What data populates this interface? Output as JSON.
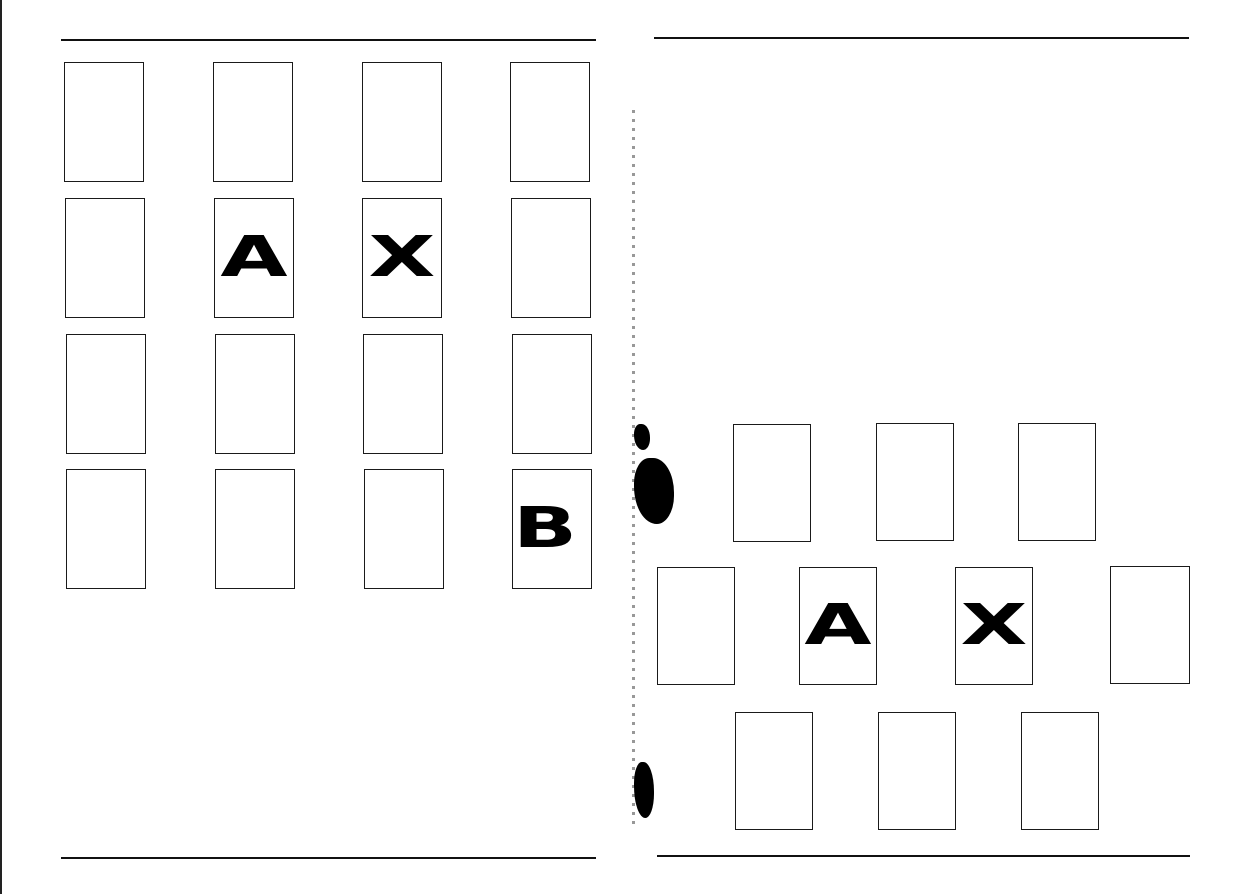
{
  "left_page": {
    "grid_rows": [
      [
        "",
        "",
        "",
        ""
      ],
      [
        "",
        "A",
        "X",
        ""
      ],
      [
        "",
        "",
        "",
        ""
      ],
      [
        "",
        "",
        "",
        "B"
      ]
    ]
  },
  "right_page": {
    "rows": [
      [
        "",
        "",
        ""
      ],
      [
        "",
        "A",
        "X",
        ""
      ],
      [
        "",
        "",
        ""
      ]
    ]
  }
}
